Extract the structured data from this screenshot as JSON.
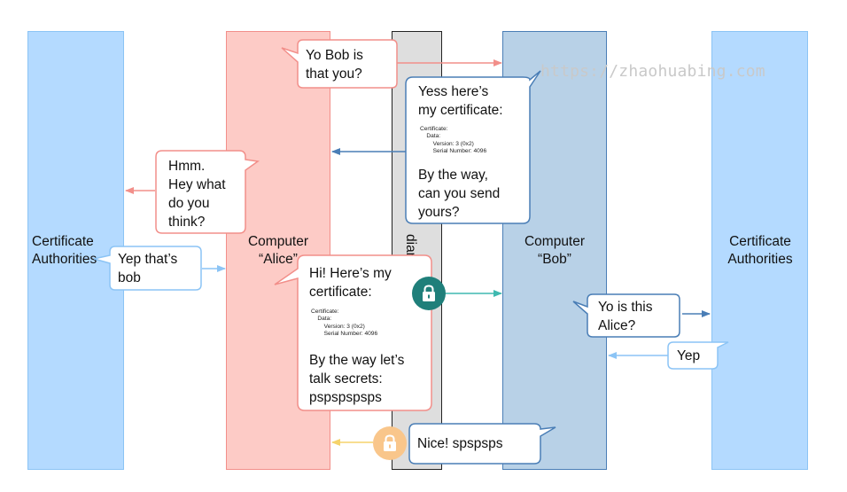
{
  "columns": {
    "ca_left": "Certificate\nAuthorities",
    "alice": "Computer\n“Alice”",
    "middle": "diary",
    "bob": "Computer\n“Bob”",
    "ca_right": "Certificate\nAuthorities"
  },
  "watermark": "https://zhaohuabing.com",
  "bubbles": {
    "yo_bob": "Yo Bob is\nthat you?",
    "bob_cert_intro": "Yess here’s\nmy certificate:",
    "bob_cert_detail": "Certificate:\n    Data:\n        Version: 3 (0x2)\n        Serial Number: 4096",
    "bob_ask": "By the way,\ncan you send\nyours?",
    "hmm": "Hmm.\nHey what\ndo you\nthink?",
    "yep_bob": "Yep that’s\nbob",
    "alice_cert_intro": "Hi! Here’s my\ncertificate:",
    "alice_cert_detail": "Certificate:\n    Data:\n        Version: 3 (0x2)\n        Serial Number: 4096",
    "alice_secrets": "By the way let’s\ntalk secrets:\npspspspsps",
    "yo_alice": "Yo is this\nAlice?",
    "yep": "Yep",
    "nice": "Nice! spspsps"
  },
  "icons": {
    "lock_teal": "lock-icon",
    "lock_orange": "lock-icon"
  },
  "colors": {
    "alice": "#f28f8a",
    "bob": "#4a7eb6",
    "ca": "#8cc4f5",
    "teal": "#1f7f7a",
    "orange": "#f9c68b",
    "yellow_arrow": "#f5d36b"
  }
}
